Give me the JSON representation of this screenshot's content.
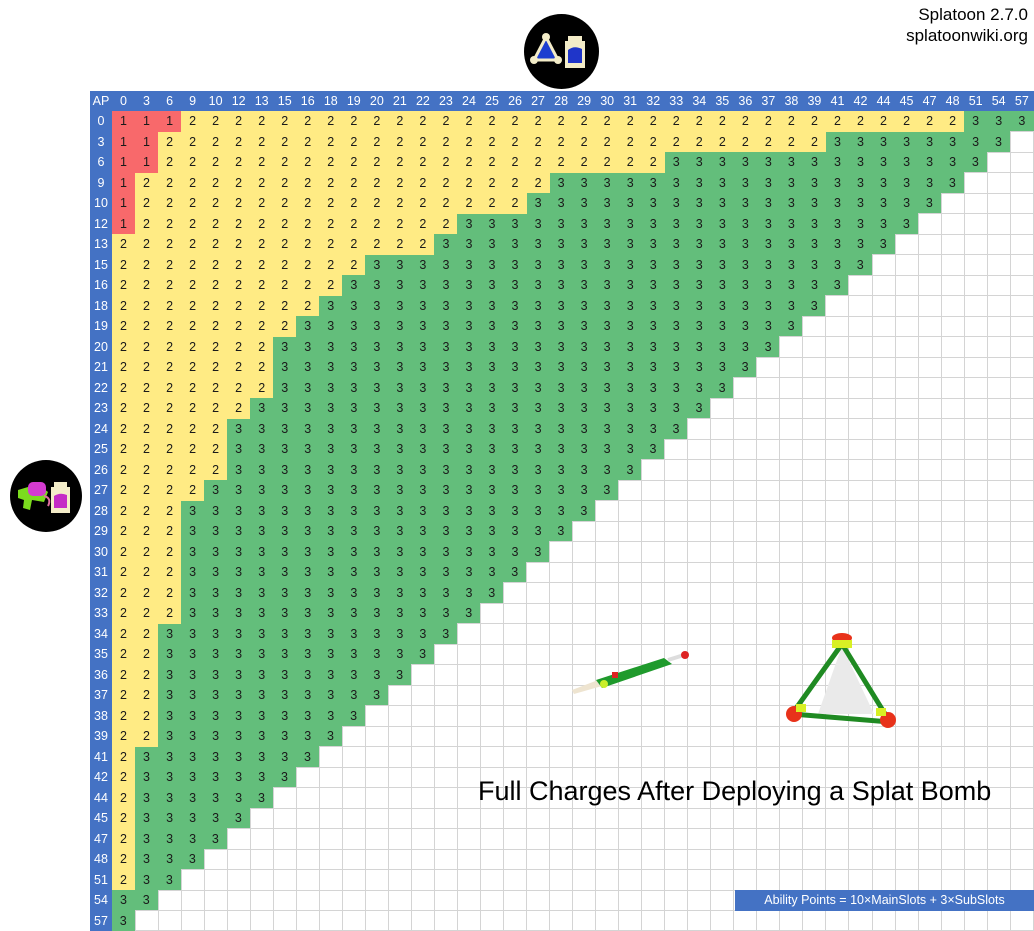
{
  "header": {
    "version": "Splatoon 2.7.0",
    "site": "splatoonwiki.org"
  },
  "icons": {
    "top": "special-charge-up-icon",
    "left": "ink-saver-sub-icon"
  },
  "title": "Full Charges After Deploying a Splat Bomb",
  "formula": "Ability Points = 10×MainSlots + 3×SubSlots",
  "colors": {
    "header_blue": "#4472C4",
    "value_1_red": "#F8696B",
    "value_2_yellow": "#FFEB84",
    "value_3_green": "#63BE7B",
    "grid_line": "#D4D4D4"
  },
  "chart_data": {
    "type": "heatmap",
    "title": "Full Charges After Deploying a Splat Bomb",
    "corner_label": "AP",
    "xlabel": "Special Charge Up AP (column)",
    "ylabel": "Ink Saver (Sub) AP (row)",
    "x": [
      0,
      3,
      6,
      9,
      10,
      12,
      13,
      15,
      16,
      18,
      19,
      20,
      21,
      22,
      23,
      24,
      25,
      26,
      27,
      28,
      29,
      30,
      31,
      32,
      33,
      34,
      35,
      36,
      37,
      38,
      39,
      41,
      42,
      44,
      45,
      47,
      48,
      51,
      54,
      57
    ],
    "y": [
      0,
      3,
      6,
      9,
      10,
      12,
      13,
      15,
      16,
      18,
      19,
      20,
      21,
      22,
      23,
      24,
      25,
      26,
      27,
      28,
      29,
      30,
      31,
      32,
      33,
      34,
      35,
      36,
      37,
      38,
      39,
      41,
      42,
      44,
      45,
      47,
      48,
      51,
      54,
      57
    ],
    "note": "Cells only exist where row AP + column AP <= 57",
    "legend": {
      "1": "red",
      "2": "yellow",
      "3": "green"
    },
    "rows": [
      {
        "ap": 0,
        "ones": 3,
        "first_three": 37
      },
      {
        "ap": 3,
        "ones": 2,
        "first_three": 31
      },
      {
        "ap": 6,
        "ones": 2,
        "first_three": 24
      },
      {
        "ap": 9,
        "ones": 1,
        "first_three": 19
      },
      {
        "ap": 10,
        "ones": 1,
        "first_three": 18
      },
      {
        "ap": 12,
        "ones": 1,
        "first_three": 15
      },
      {
        "ap": 13,
        "ones": 0,
        "first_three": 14
      },
      {
        "ap": 15,
        "ones": 0,
        "first_three": 11
      },
      {
        "ap": 16,
        "ones": 0,
        "first_three": 10
      },
      {
        "ap": 18,
        "ones": 0,
        "first_three": 9
      },
      {
        "ap": 19,
        "ones": 0,
        "first_three": 8
      },
      {
        "ap": 20,
        "ones": 0,
        "first_three": 7
      },
      {
        "ap": 21,
        "ones": 0,
        "first_three": 7
      },
      {
        "ap": 22,
        "ones": 0,
        "first_three": 7
      },
      {
        "ap": 23,
        "ones": 0,
        "first_three": 6
      },
      {
        "ap": 24,
        "ones": 0,
        "first_three": 5
      },
      {
        "ap": 25,
        "ones": 0,
        "first_three": 5
      },
      {
        "ap": 26,
        "ones": 0,
        "first_three": 5
      },
      {
        "ap": 27,
        "ones": 0,
        "first_three": 4
      },
      {
        "ap": 28,
        "ones": 0,
        "first_three": 3
      },
      {
        "ap": 29,
        "ones": 0,
        "first_three": 3
      },
      {
        "ap": 30,
        "ones": 0,
        "first_three": 3
      },
      {
        "ap": 31,
        "ones": 0,
        "first_three": 3
      },
      {
        "ap": 32,
        "ones": 0,
        "first_three": 3
      },
      {
        "ap": 33,
        "ones": 0,
        "first_three": 3
      },
      {
        "ap": 34,
        "ones": 0,
        "first_three": 2
      },
      {
        "ap": 35,
        "ones": 0,
        "first_three": 2
      },
      {
        "ap": 36,
        "ones": 0,
        "first_three": 2
      },
      {
        "ap": 37,
        "ones": 0,
        "first_three": 2
      },
      {
        "ap": 38,
        "ones": 0,
        "first_three": 2
      },
      {
        "ap": 39,
        "ones": 0,
        "first_three": 2
      },
      {
        "ap": 41,
        "ones": 0,
        "first_three": 1
      },
      {
        "ap": 42,
        "ones": 0,
        "first_three": 1
      },
      {
        "ap": 44,
        "ones": 0,
        "first_three": 1
      },
      {
        "ap": 45,
        "ones": 0,
        "first_three": 1
      },
      {
        "ap": 47,
        "ones": 0,
        "first_three": 1
      },
      {
        "ap": 48,
        "ones": 0,
        "first_three": 1
      },
      {
        "ap": 51,
        "ones": 0,
        "first_three": 1
      },
      {
        "ap": 54,
        "ones": 0,
        "first_three": 0
      },
      {
        "ap": 57,
        "ones": 0,
        "first_three": 0
      }
    ]
  }
}
